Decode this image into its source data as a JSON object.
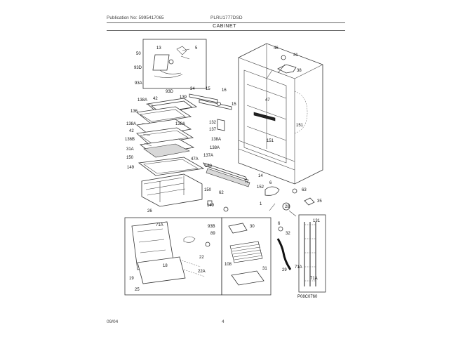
{
  "header": {
    "publication": "Publication No: 5995417065",
    "model": "PLRU1777DSD",
    "section": "CABINET"
  },
  "footer": {
    "date": "09/04",
    "page": "4"
  },
  "diagram_code": "P08C0760",
  "labels": {
    "l50": "50",
    "l13": "13",
    "l5": "5",
    "l93d_a": "93D",
    "l93a": "93A",
    "l34": "34",
    "l15a": "15",
    "l16": "16",
    "l93d_b": "93D",
    "l138a_1": "138A",
    "l42_1": "42",
    "l139": "139",
    "l136": "136",
    "l138a_2": "138A",
    "l132": "132",
    "l137": "137",
    "l138a_3": "138A",
    "l42_2": "42",
    "l136b": "136B",
    "l138a_4": "138A",
    "l138a_5": "138A",
    "l31a": "31A",
    "l150_1": "150",
    "l149_1": "149",
    "l137a": "137A",
    "l47a": "47A",
    "l160": "160",
    "l26": "26",
    "l150_2": "150",
    "l149_2": "149",
    "l62": "62",
    "l72": "72",
    "l15b": "15",
    "l47": "47",
    "l46": "46",
    "l41": "41",
    "l38": "38",
    "l151a": "151",
    "l151b": "151",
    "l14": "14",
    "l152": "152",
    "l6": "6",
    "l63": "63",
    "l35": "35",
    "l28": "28",
    "l1": "1",
    "l32": "32",
    "l71a_1": "71A",
    "l93b": "93B",
    "l89": "89",
    "l22": "22",
    "l18": "18",
    "l22a": "22A",
    "l19": "19",
    "l25": "25",
    "l30": "30",
    "l108": "108",
    "l31": "31",
    "l29": "29",
    "l131": "131",
    "l71a_2": "71A",
    "l71a_3": "71A",
    "l6b": "6"
  }
}
